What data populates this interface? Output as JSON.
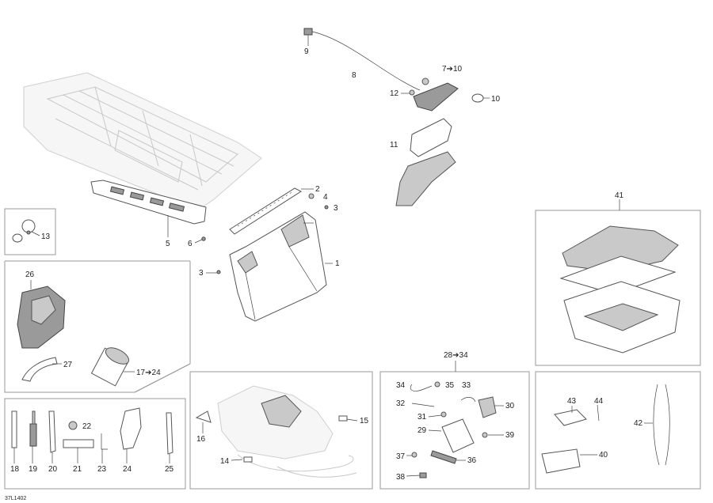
{
  "diagram": {
    "figure_code": "37L1402",
    "callouts": {
      "c1": "1",
      "c2": "2",
      "c3a": "3",
      "c3b": "3",
      "c4": "4",
      "c5": "5",
      "c6": "6",
      "c7_10": "7➔10",
      "c8": "8",
      "c9": "9",
      "c10": "10",
      "c11": "11",
      "c12": "12",
      "c13": "13",
      "c14": "14",
      "c15": "15",
      "c16": "16",
      "c17_24": "17➔24",
      "c18": "18",
      "c19": "19",
      "c20": "20",
      "c21": "21",
      "c22": "22",
      "c23": "23",
      "c24": "24",
      "c25": "25",
      "c26": "26",
      "c27": "27",
      "c28_34": "28➔34",
      "c29": "29",
      "c30": "30",
      "c31": "31",
      "c32": "32",
      "c33": "33",
      "c34": "34",
      "c35": "35",
      "c36": "36",
      "c37": "37",
      "c38": "38",
      "c39": "39",
      "c40": "40",
      "c41": "41",
      "c42": "42",
      "c43": "43",
      "c44": "44"
    }
  }
}
